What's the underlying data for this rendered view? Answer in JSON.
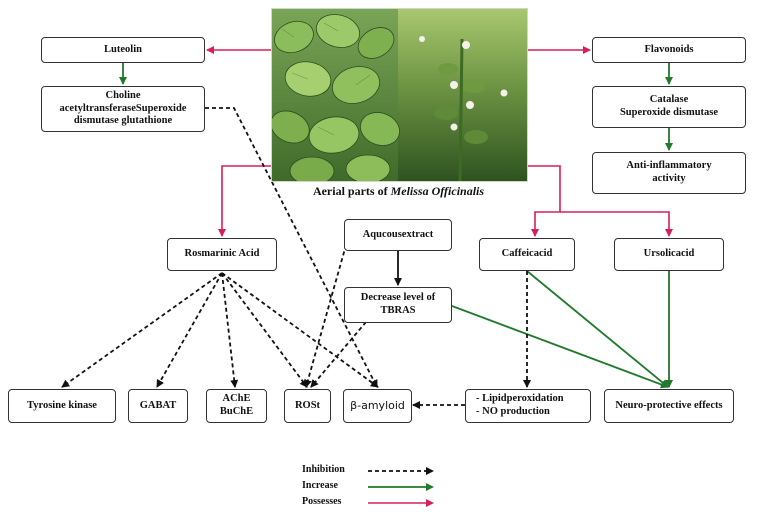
{
  "caption": {
    "prefix": "Aerial parts of ",
    "species": "Melissa Officinalis"
  },
  "nodes": {
    "luteolin": "Luteolin",
    "choline": "Choline\nacetyltransferaseSuperoxide\ndismutase glutathione",
    "flavonoids": "Flavonoids",
    "catalase": "Catalase\nSuperoxide dismutase",
    "anti_inflammatory": "Anti-inflammatory\nactivity",
    "rosmarinic": "Rosmarinic Acid",
    "aqueous": "Aqucousextract",
    "tbras": "Decrease level of\nTBRAS",
    "caffeic": "Caffeicacid",
    "ursolic": "Ursolicacid",
    "tyrosine": "Tyrosine   kinase",
    "gabat": "GABAT",
    "ache": "AChE\nBuChE",
    "rost": "ROSt",
    "amyloid": "β-amyloid",
    "lipid": "- Lipidperoxidation\n- NO production",
    "neuro": "Neuro-protective effects"
  },
  "legend": {
    "inhibition": "Inhibition",
    "increase": "Increase",
    "possesses": "Possesses"
  },
  "colors": {
    "possesses": "#d81e5b",
    "increase": "#217a2b",
    "inhibition": "#111111",
    "box_border": "#333333"
  }
}
